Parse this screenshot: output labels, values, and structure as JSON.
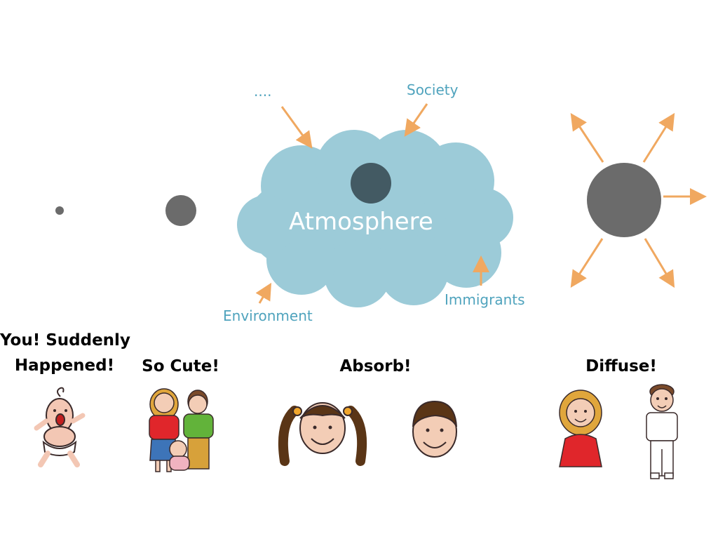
{
  "diagram": {
    "cloud_label": "Atmosphere",
    "influences": {
      "dots": "....",
      "society": "Society",
      "environment": "Environment",
      "immigrants": "Immigrants"
    },
    "captions": {
      "you_line1": "You! Suddenly",
      "you_line2": "Happened!",
      "so_cute": "So Cute!",
      "absorb": "Absorb!",
      "diffuse": "Diffuse!"
    }
  },
  "colors": {
    "label_teal": "#4fa3bd",
    "arrow_orange": "#f0a860",
    "cloud_fill": "#9ccbd8",
    "dot_gray": "#6b6b6b",
    "core_dark": "#435a63"
  },
  "icons": [
    "baby-icon",
    "family-icon",
    "girl-face-icon",
    "boy-face-icon",
    "woman-icon",
    "man-icon"
  ]
}
